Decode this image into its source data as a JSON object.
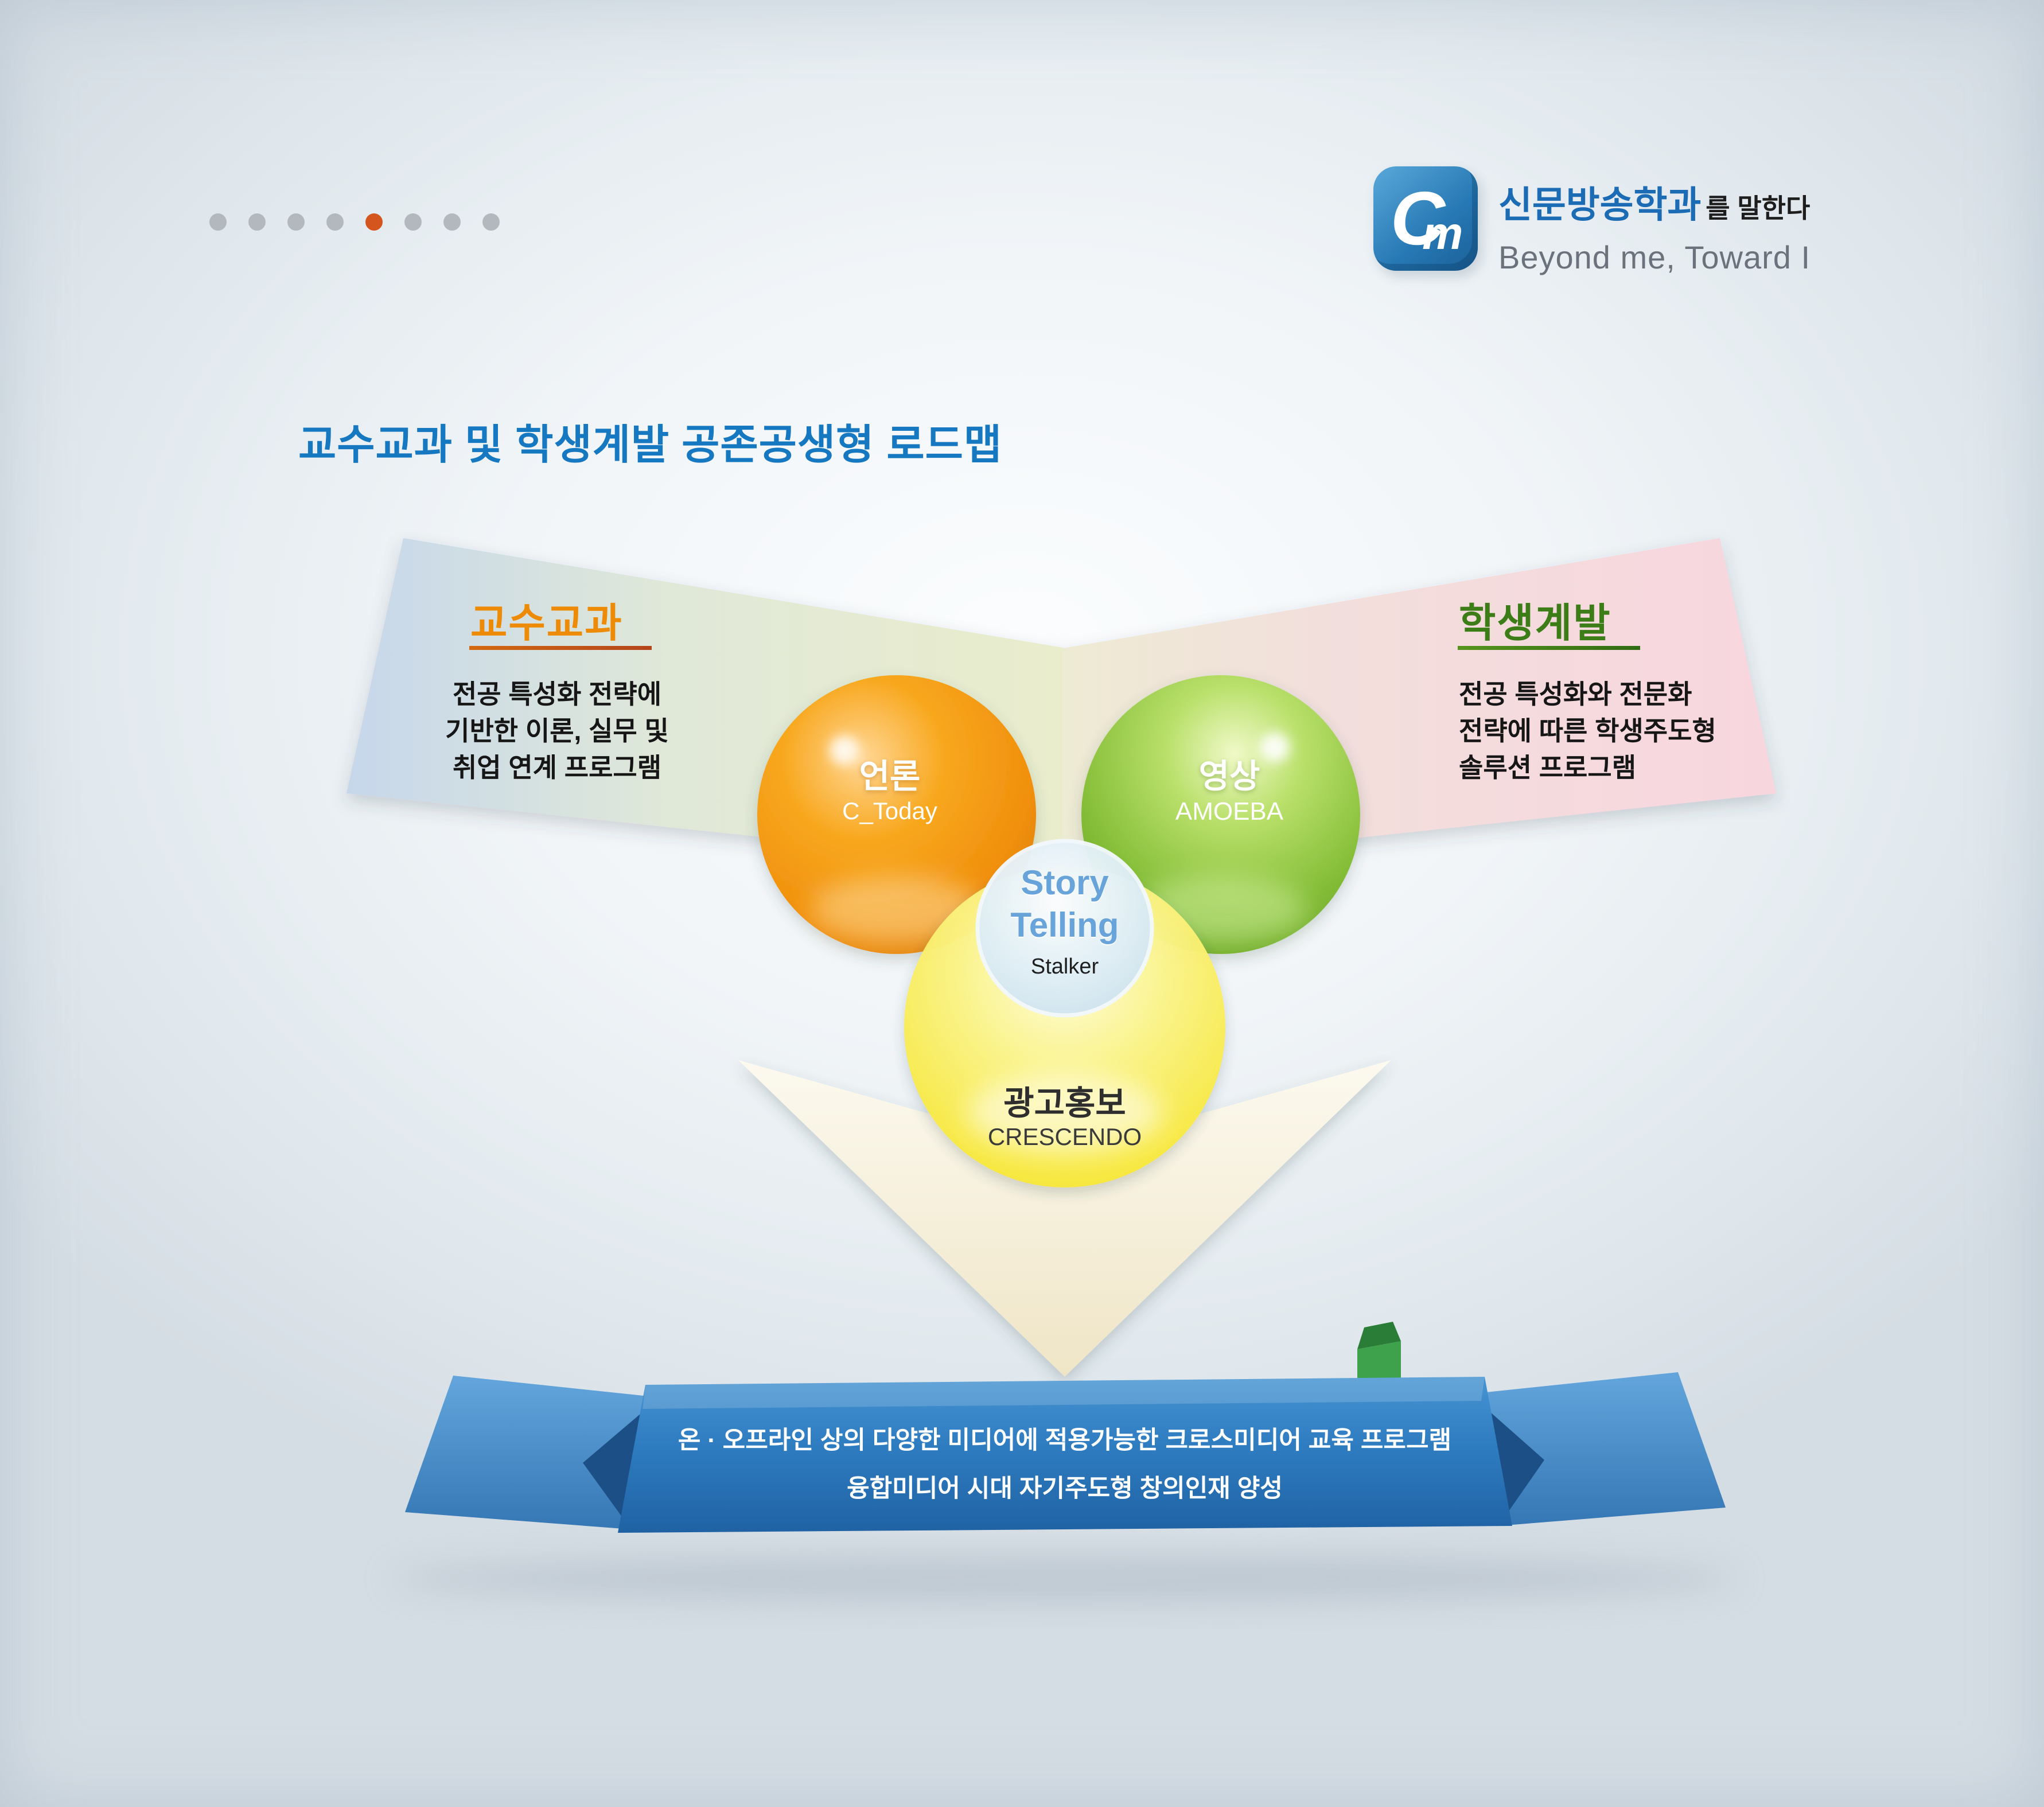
{
  "header": {
    "pagination_dots": {
      "count": 8,
      "active_index": 4,
      "inactive_color": "#b2b8be",
      "active_color": "#d4561e"
    },
    "logo": {
      "mark_main": "C",
      "mark_sub": "m",
      "name_highlight": "신문방송학과",
      "name_rest": "를 말한다",
      "tagline": "Beyond me, Toward I"
    }
  },
  "title": "교수교과 및 학생계발 공존공생형 로드맵",
  "roadmap": {
    "faculty_banner": {
      "title": "교수교과",
      "line1": "전공 특성화 전략에",
      "line2": "기반한 이론, 실무 및",
      "line3": "취업 연계 프로그램"
    },
    "student_banner": {
      "title": "학생계발",
      "line1": "전공 특성화와 전문화",
      "line2": "전략에 따른 학생주도형",
      "line3": "솔루션 프로그램"
    },
    "circle_press": {
      "label": "언론",
      "sub": "C_Today"
    },
    "circle_video": {
      "label": "영상",
      "sub": "AMOEBA"
    },
    "circle_ad": {
      "label": "광고홍보",
      "sub": "CRESCENDO"
    },
    "circle_center": {
      "word1": "Story",
      "word2": "Telling",
      "sub": "Stalker"
    },
    "ribbon": {
      "line1": "온 · 오프라인 상의 다양한 미디어에 적용가능한 크로스미디어 교육 프로그램",
      "line2": "융합미디어 시대 자기주도형 창의인재 양성"
    }
  },
  "colors": {
    "title_blue": "#1678c0",
    "faculty_orange": "#ee8b06",
    "student_green": "#3c7d17",
    "circle_orange": "#f09c1c",
    "circle_green": "#7ab832",
    "circle_yellow": "#f6e432",
    "center_circle_blue": "#d9eaf4",
    "ribbon_blue": "#2e7cc3",
    "bookmark_green": "#3da24b",
    "accent_dot": "#d4561e"
  }
}
